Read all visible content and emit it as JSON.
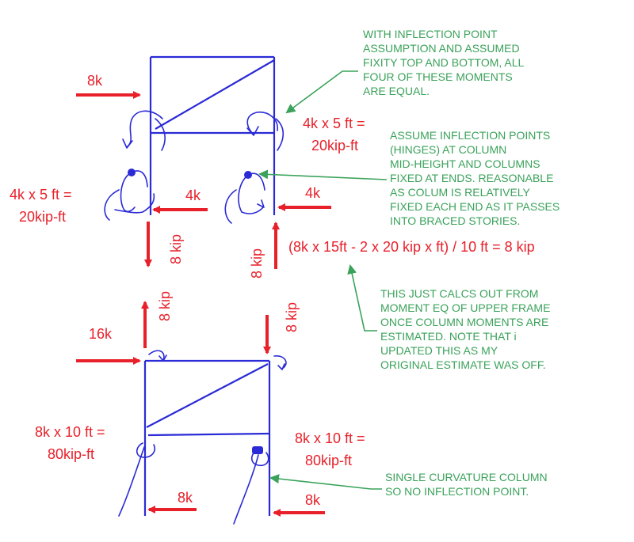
{
  "colors": {
    "frame": "#2a2ad6",
    "force": "#e8202a",
    "note": "#3aa25a"
  },
  "upper": {
    "lateral_load": "8k",
    "left_moment": [
      "4k x 5 ft =",
      "20kip-ft"
    ],
    "right_moment": [
      "4k x 5 ft =",
      "20kip-ft"
    ],
    "left_shear": "4k",
    "right_shear": "4k",
    "left_axial": "8 kip",
    "right_axial": "8 kip",
    "axial_equation": "(8k x 15ft - 2 x 20 kip x ft) / 10 ft = 8 kip"
  },
  "lower": {
    "lateral_load": "16k",
    "left_axial": "8 kip",
    "right_axial": "8 kip",
    "left_moment": [
      "8k x 10 ft =",
      "80kip-ft"
    ],
    "right_moment": [
      "8k x 10 ft =",
      "80kip-ft"
    ],
    "left_shear": "8k",
    "right_shear": "8k"
  },
  "notes": {
    "equal_moments": [
      "WITH INFLECTION POINT",
      "ASSUMPTION AND ASSUMED",
      "FIXITY TOP AND BOTTOM, ALL",
      "FOUR OF THESE MOMENTS",
      "ARE EQUAL."
    ],
    "inflection_points": [
      "ASSUME INFLECTION POINTS",
      "(HINGES) AT COLUMN",
      "MID-HEIGHT AND COLUMNS",
      "FIXED AT ENDS.  REASONABLE",
      "AS COLUM IS RELATIVELY",
      "FIXED EACH END AS IT PASSES",
      "INTO BRACED STORIES."
    ],
    "moment_eq": [
      "THIS JUST CALCS OUT FROM",
      "MOMENT EQ OF UPPER FRAME",
      "ONCE COLUMN MOMENTS ARE",
      "ESTIMATED.  NOTE THAT i",
      "UPDATED THIS AS MY",
      "ORIGINAL ESTIMATE WAS OFF."
    ],
    "single_curvature": [
      "SINGLE CURVATURE COLUMN",
      "SO NO INFLECTION POINT."
    ]
  }
}
